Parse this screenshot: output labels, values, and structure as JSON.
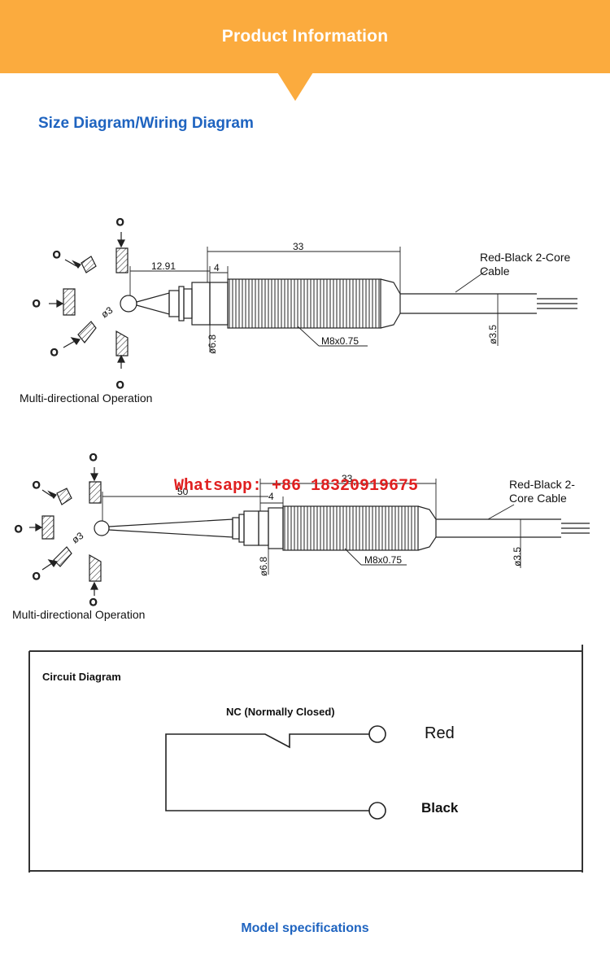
{
  "banner": {
    "title": "Product Information"
  },
  "section": {
    "title": "Size Diagram/Wiring Diagram"
  },
  "diagram1": {
    "dims": {
      "length": "33",
      "tip": "12.91",
      "step": "4",
      "dia_head": "ø6.8",
      "dia_ball": "ø3",
      "dia_cable": "ø3.5",
      "thread": "M8x0.75"
    },
    "cable_label_line1": "Red-Black 2-Core",
    "cable_label_line2": "Cable",
    "caption": "Multi-directional Operation",
    "dir_symbol": "O"
  },
  "diagram2": {
    "dims": {
      "length": "33",
      "tip": "50",
      "step": "4",
      "dia_head": "ø6.8",
      "dia_ball": "ø3",
      "dia_cable": "ø3.5",
      "thread": "M8x0.75"
    },
    "cable_label_line1": "Red-Black 2-",
    "cable_label_line2": "Core Cable",
    "caption": "Multi-directional Operation",
    "watermark": "Whatsapp: +86 18320919675",
    "dir_symbol": "O"
  },
  "circuit": {
    "title": "Circuit Diagram",
    "nc_label": "NC (Normally Closed)",
    "red_label": "Red",
    "black_label": "Black"
  },
  "footer": {
    "title": "Model specifications"
  },
  "colors": {
    "banner": "#fbab3e",
    "heading": "#1f64c0",
    "watermark": "#e02020"
  }
}
